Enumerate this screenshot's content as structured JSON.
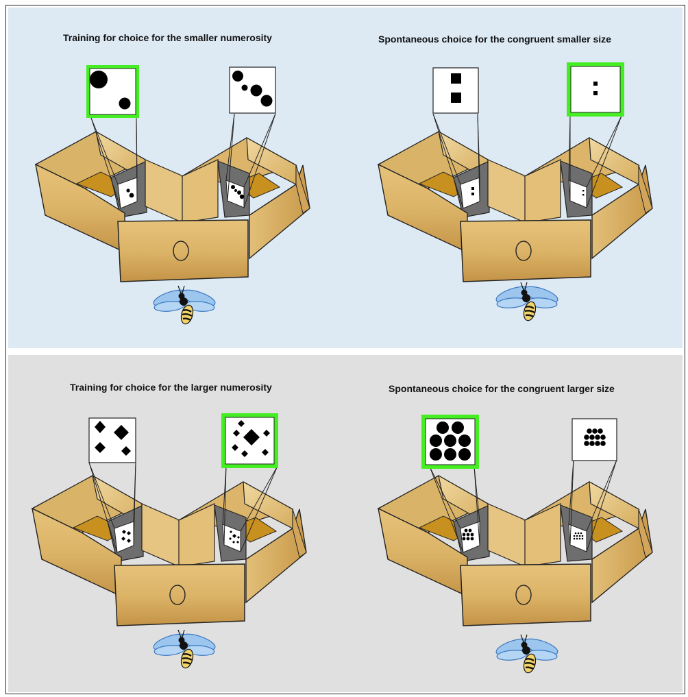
{
  "colors": {
    "top_background": "#dde9f3",
    "bottom_background": "#e0e0e0",
    "box_light": "#e8c98a",
    "box_mid": "#d9b062",
    "box_dark": "#b88a3a",
    "box_floor": "#c8901e",
    "inner_wall": "#6e6e6e",
    "highlight": "#44ee22",
    "stimulus_ink": "#000000",
    "bee_wing": "#9cc6ee",
    "bee_stripe": "#f1d36a"
  },
  "panels": {
    "top": {
      "left": {
        "caption": "Training for choice for the smaller numerosity",
        "stimuli": [
          {
            "shape": "circle",
            "count": 2,
            "highlighted": true
          },
          {
            "shape": "circle",
            "count": 4,
            "highlighted": false
          }
        ]
      },
      "right": {
        "caption": "Spontaneous choice for the congruent smaller size",
        "stimuli": [
          {
            "shape": "square",
            "count": 2,
            "highlighted": false
          },
          {
            "shape": "square",
            "count": 2,
            "highlighted": true
          }
        ]
      }
    },
    "bottom": {
      "left": {
        "caption": "Training for choice for the larger numerosity",
        "stimuli": [
          {
            "shape": "diamond",
            "count": 4,
            "highlighted": false
          },
          {
            "shape": "diamond",
            "count": 7,
            "highlighted": true
          }
        ]
      },
      "right": {
        "caption": "Spontaneous choice for the congruent larger size",
        "stimuli": [
          {
            "shape": "circle",
            "count": 8,
            "highlighted": true
          },
          {
            "shape": "circle",
            "count": 11,
            "highlighted": false
          }
        ]
      }
    }
  }
}
